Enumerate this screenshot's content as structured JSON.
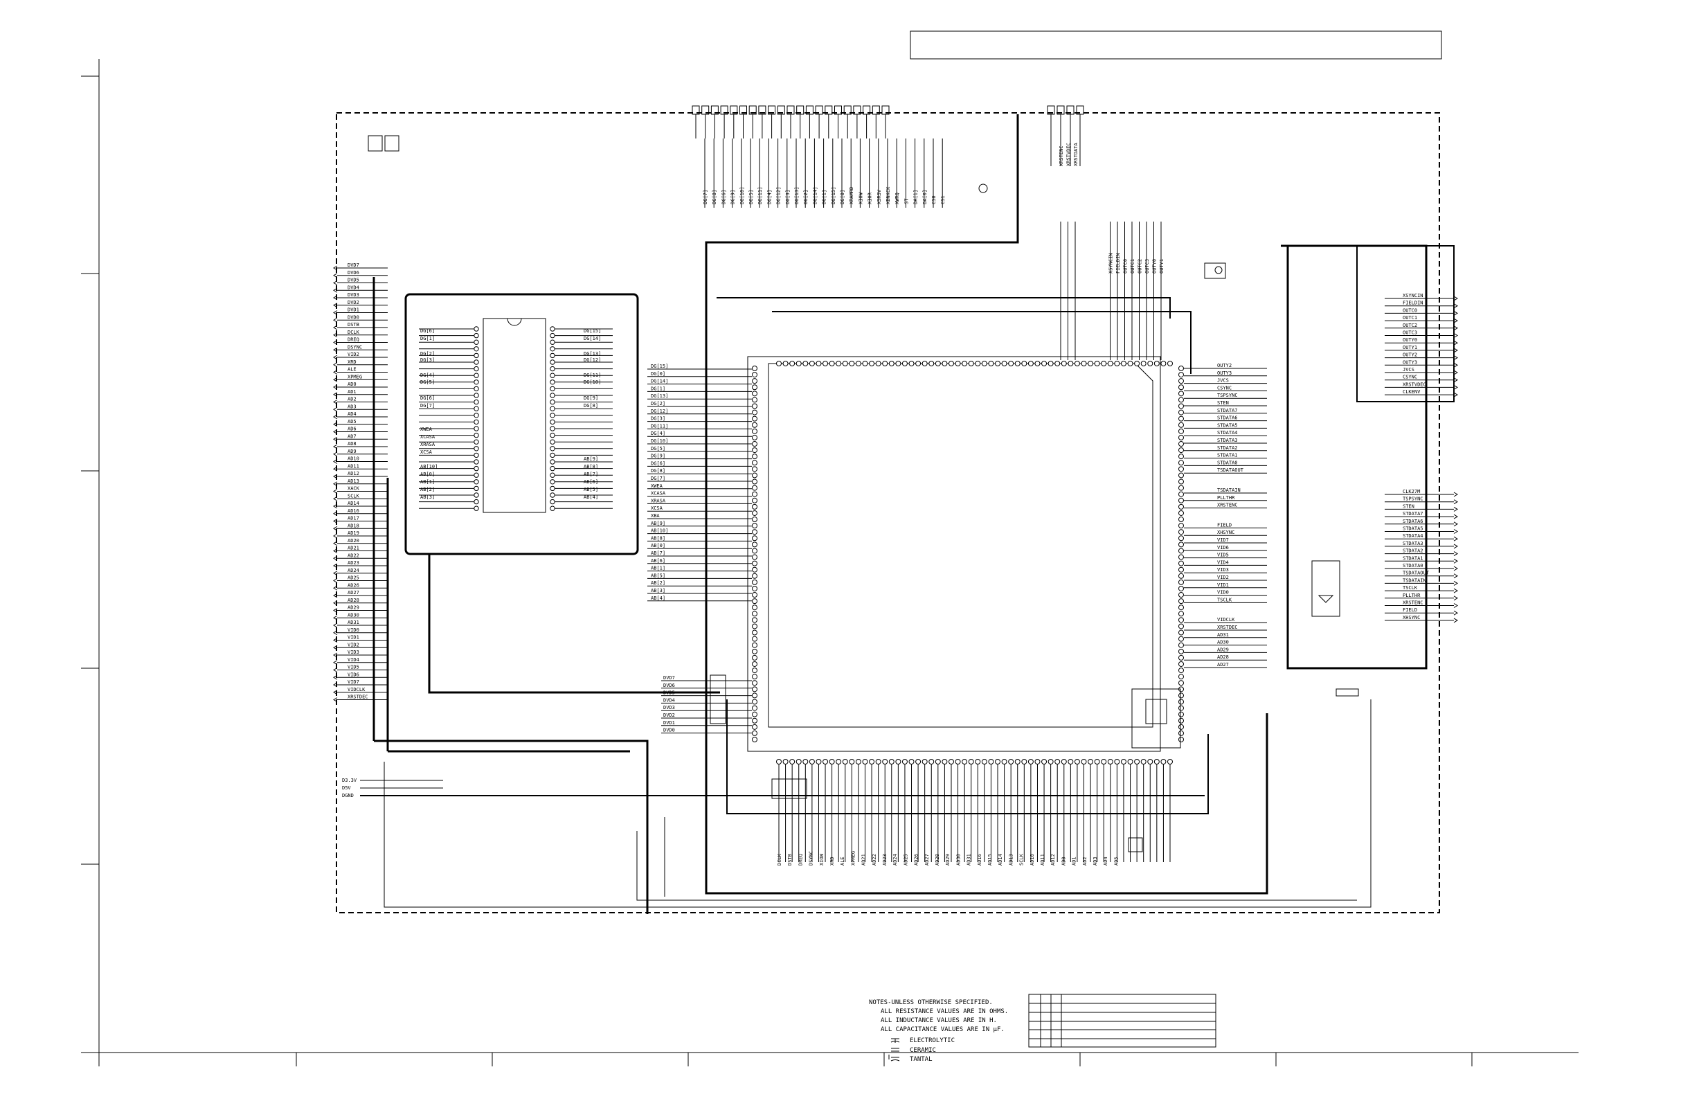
{
  "schematic": {
    "title_box_text": "",
    "left_connector": {
      "signals": [
        "DVD7",
        "DVD6",
        "DVD5",
        "DVD4",
        "DVD3",
        "DVD2",
        "DVD1",
        "DVD0",
        "DSTB",
        "DCLK",
        "DREQ",
        "DSYNC",
        "VID2",
        "XRD",
        "ALE",
        "XPMEG",
        "AD0",
        "AD1",
        "AD2",
        "AD3",
        "AD4",
        "AD5",
        "AD6",
        "AD7",
        "AD8",
        "AD9",
        "AD10",
        "AD11",
        "AD12",
        "AD13",
        "XACK",
        "SCLK",
        "AD14",
        "AD16",
        "AD17",
        "AD18",
        "AD19",
        "AD20",
        "AD21",
        "AD22",
        "AD23",
        "AD24",
        "AD25",
        "AD26",
        "AD27",
        "AD28",
        "AD29",
        "AD30",
        "AD31",
        "VID0",
        "VID1",
        "VID2",
        "VID3",
        "VID4",
        "VID5",
        "VID6",
        "VID7",
        "VIDCLK",
        "XRSTDEC"
      ]
    },
    "power_labels": [
      "D3.3V",
      "D5V",
      "DGND"
    ],
    "memory_left_pins": [
      "DG[6]",
      "DG[1]",
      "DG[2]",
      "DG[3]",
      "DG[4]",
      "DG[5]",
      "DG[6]",
      "DG[7]",
      "XWEA",
      "XCASA",
      "XRASA",
      "XCSA",
      "AB[10]",
      "AB[0]",
      "AB[1]",
      "AB[2]",
      "AB[3]"
    ],
    "memory_right_pins": [
      "DG[15]",
      "DG[14]",
      "DG[13]",
      "DG[12]",
      "DG[11]",
      "DG[10]",
      "DG[9]",
      "DG[8]",
      "AB[9]",
      "AB[8]",
      "AB[7]",
      "AB[6]",
      "AB[5]",
      "AB[4]"
    ],
    "ic_left_bus": [
      "DG[15]",
      "DG[0]",
      "DG[14]",
      "DG[1]",
      "DG[13]",
      "DG[2]",
      "DG[12]",
      "DG[3]",
      "DG[11]",
      "DG[4]",
      "DG[10]",
      "DG[5]",
      "DG[9]",
      "DG[6]",
      "DG[8]",
      "DG[7]",
      "XWEA",
      "XCASA",
      "XRASA",
      "XCSA",
      "XBA",
      "AB[9]",
      "AB[10]",
      "AB[8]",
      "AB[0]",
      "AB[7]",
      "AB[6]",
      "AB[1]",
      "AB[5]",
      "AB[2]",
      "AB[3]",
      "AB[4]"
    ],
    "ic_left_lower": [
      "DVD7",
      "DVD6",
      "DVD5",
      "DVD4",
      "DVD3",
      "DVD2",
      "DVD1",
      "DVD0"
    ],
    "ic_right_labels": [
      "OUTY2",
      "OUTY3",
      "JVCS",
      "CSYNC",
      "TSPSYNC",
      "STEN",
      "STDATA7",
      "STDATA6",
      "STDATA5",
      "STDATA4",
      "STDATA3",
      "STDATA2",
      "STDATA1",
      "STDATA0",
      "TSDATAOUT",
      "TSDATAIN",
      "PLLTHR",
      "XRSTENC",
      "FIELD",
      "XHSYNC",
      "VID7",
      "VID6",
      "VID5",
      "VID4",
      "VID3",
      "VID2",
      "VID1",
      "VID0",
      "TSCLK",
      "VIDCLK",
      "XRSTDEC",
      "AD31",
      "AD30",
      "AD29",
      "AD28",
      "AD27"
    ],
    "right_connector_top": [
      "XSYNCIN",
      "FIELDIN",
      "OUTC0",
      "OUTC1",
      "OUTC2",
      "OUTC3",
      "OUTY0",
      "OUTY1",
      "OUTY2",
      "OUTY3",
      "JVCS",
      "CSYNC",
      "XRSTVDEC",
      "CLKENV"
    ],
    "right_connector_bottom": [
      "CLK27M",
      "TSPSYNC",
      "STEN",
      "STDATA7",
      "STDATA6",
      "STDATA5",
      "STDATA4",
      "STDATA3",
      "STDATA2",
      "STDATA1",
      "STDATA0",
      "TSDATAOUT",
      "TSDATAIN",
      "TSCLK",
      "PLLTHR",
      "XRSTENC",
      "FIELD",
      "XHSYNC"
    ],
    "top_connector_a_count": 21,
    "top_connector_b_count": 4,
    "bottom_bus_labels": [
      "DCLK",
      "DSTB",
      "DREQ",
      "DSYNC",
      "XIOW",
      "XRD",
      "ALE",
      "XPMEG",
      "AD21",
      "AD22",
      "AD23",
      "AD24",
      "AD25",
      "AD26",
      "AD27",
      "AD28",
      "AD29",
      "AD30",
      "AD31",
      "AD16",
      "AD15",
      "AD14",
      "AD13",
      "SCLK",
      "AD10",
      "AD11",
      "AD12",
      "AD0",
      "AD1",
      "AD2",
      "AD3",
      "AD4",
      "AD5"
    ],
    "top_bus_labels": [
      "DG[7]",
      "DG[8]",
      "DG[6]",
      "DG[9]",
      "DG[10]",
      "DG[5]",
      "DG[11]",
      "DG[4]",
      "DG[12]",
      "DG[3]",
      "DG[13]",
      "DG[2]",
      "DG[14]",
      "DG[1]",
      "DG[15]",
      "DG[0]",
      "XRAMRD",
      "XIOW",
      "XIOR",
      "XSRSV",
      "XBNKCK",
      "XWRQ",
      "ST",
      "DA[1]",
      "DA[0]",
      "CS0",
      "CS1"
    ],
    "ic_top_labels": [
      "XRSTENC",
      "XRSTVDEC",
      "XRSTDATA",
      "XSYNCIN",
      "FIELDIN",
      "OUTC0",
      "OUTC1",
      "OUTC2",
      "OUTC3",
      "OUTY0",
      "OUTY1"
    ]
  },
  "notes": {
    "lines": [
      "NOTES-UNLESS OTHERWISE SPECIFIED.",
      "ALL RESISTANCE VALUES ARE IN OHMS.",
      "ALL INDUCTANCE VALUES ARE IN H.",
      "ALL CAPACITANCE VALUES ARE IN μF."
    ],
    "legend": [
      "ELECTROLYTIC",
      "CERAMIC",
      "TANTAL"
    ]
  }
}
